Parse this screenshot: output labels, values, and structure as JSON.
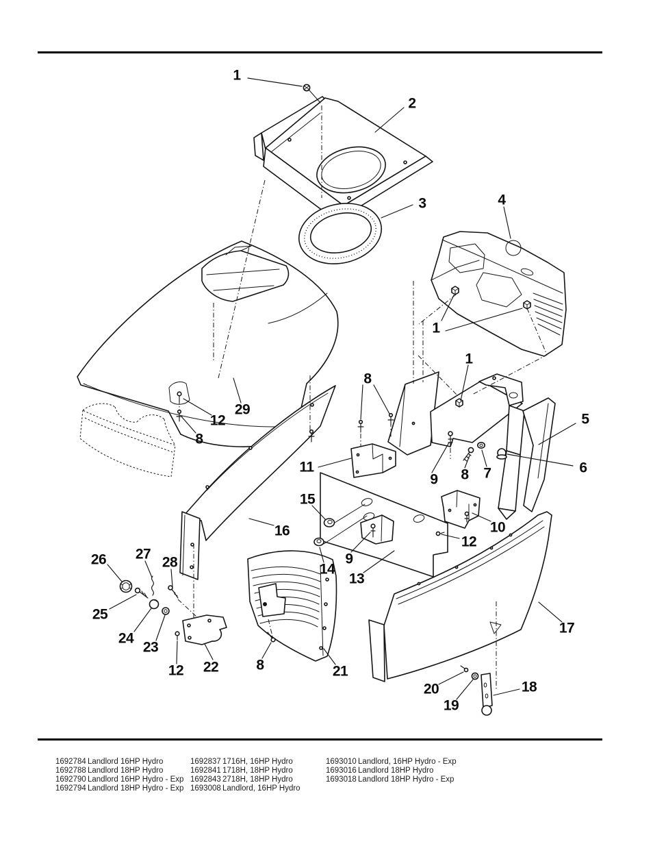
{
  "callouts": [
    {
      "label": "1"
    },
    {
      "label": "2"
    },
    {
      "label": "3"
    },
    {
      "label": "4"
    },
    {
      "label": "1"
    },
    {
      "label": "1"
    },
    {
      "label": "8"
    },
    {
      "label": "29"
    },
    {
      "label": "12"
    },
    {
      "label": "5"
    },
    {
      "label": "8"
    },
    {
      "label": "11"
    },
    {
      "label": "9"
    },
    {
      "label": "8"
    },
    {
      "label": "7"
    },
    {
      "label": "6"
    },
    {
      "label": "15"
    },
    {
      "label": "10"
    },
    {
      "label": "16"
    },
    {
      "label": "12"
    },
    {
      "label": "14"
    },
    {
      "label": "9"
    },
    {
      "label": "13"
    },
    {
      "label": "26"
    },
    {
      "label": "27"
    },
    {
      "label": "28"
    },
    {
      "label": "25"
    },
    {
      "label": "24"
    },
    {
      "label": "23"
    },
    {
      "label": "12"
    },
    {
      "label": "22"
    },
    {
      "label": "8"
    },
    {
      "label": "21"
    },
    {
      "label": "17"
    },
    {
      "label": "20"
    },
    {
      "label": "19"
    },
    {
      "label": "18"
    }
  ],
  "parts_table": {
    "columns": [
      {
        "rows": [
          {
            "number": "1692784",
            "desc": "Landlord 16HP Hydro"
          },
          {
            "number": "1692788",
            "desc": "Landlord 18HP Hydro"
          },
          {
            "number": "1692790",
            "desc": "Landlord 16HP Hydro - Exp"
          },
          {
            "number": "1692794",
            "desc": "Landlord 18HP Hydro - Exp"
          }
        ]
      },
      {
        "rows": [
          {
            "number": "1692837",
            "desc": "1716H, 16HP Hydro"
          },
          {
            "number": "1692841",
            "desc": "1718H, 18HP Hydro"
          },
          {
            "number": "1692843",
            "desc": "2718H, 18HP Hydro"
          },
          {
            "number": "1693008",
            "desc": "Landlord, 16HP Hydro"
          }
        ]
      },
      {
        "rows": [
          {
            "number": "1693010",
            "desc": "Landlord, 16HP Hydro - Exp"
          },
          {
            "number": "1693016",
            "desc": "Landlord 18HP Hydro"
          },
          {
            "number": "1693018",
            "desc": "Landlord 18HP Hydro - Exp"
          }
        ]
      }
    ]
  },
  "colors": {
    "ink": "#141414",
    "paper": "#ffffff"
  }
}
